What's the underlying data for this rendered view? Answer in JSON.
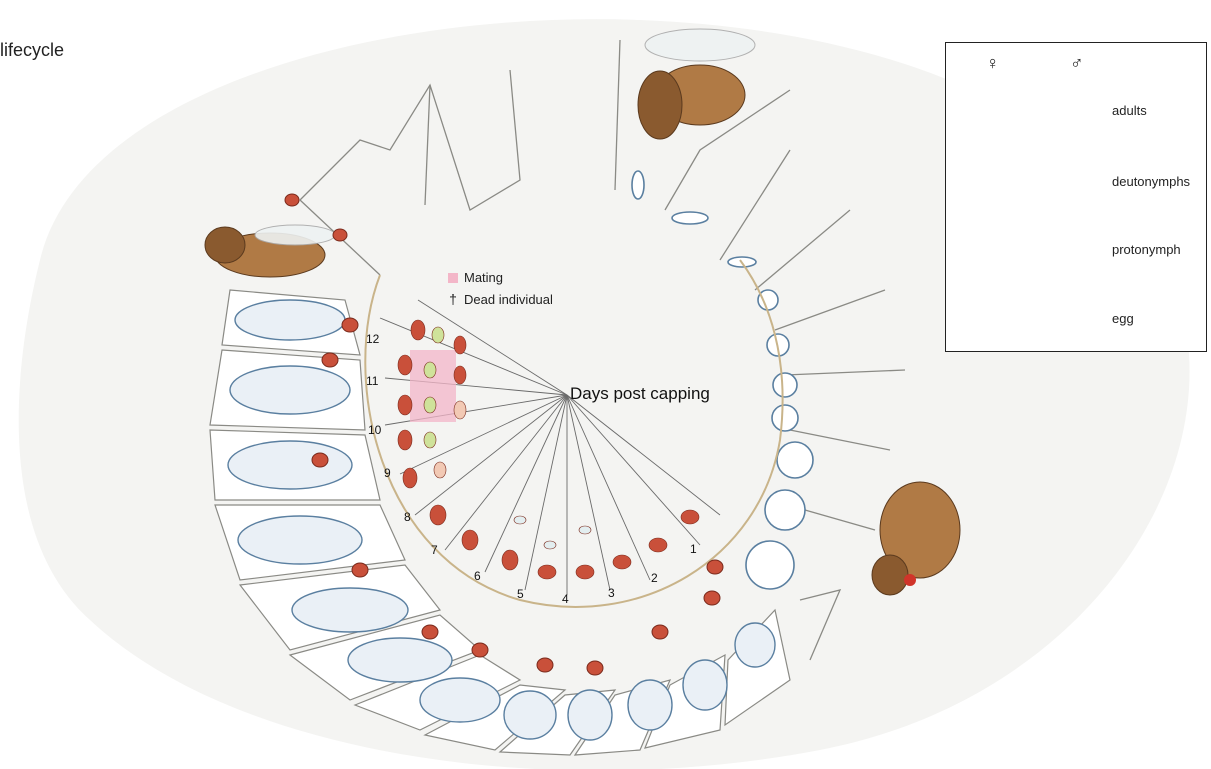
{
  "title": "lifecycle",
  "center_label": "Days post capping",
  "key": {
    "mating": "Mating",
    "dead": "Dead individual",
    "dagger_glyph": "†"
  },
  "legend": {
    "female_symbol": "♀",
    "male_symbol": "♂",
    "rows": [
      {
        "label": "adults",
        "female_color": "#c9503a",
        "male_color": "#d4e3a6"
      },
      {
        "label": "deutonymphs",
        "female_color": "#f2c9b4",
        "male_color": "#e4e6a8"
      },
      {
        "label": "protonymph",
        "female_color": "#e3eef0",
        "male_color": "#e3eef0"
      },
      {
        "label": "egg",
        "female_color": "#dbe8f3",
        "male_color": "#dbe8f3"
      }
    ]
  },
  "days": [
    "1",
    "2",
    "3",
    "4",
    "5",
    "6",
    "7",
    "8",
    "9",
    "10",
    "11",
    "12"
  ],
  "colors": {
    "background_blob": "#f4f4f2",
    "cell_wall": "#8a8a85",
    "larva_outline": "#5a7fa0",
    "mite_adult_female": "#c9503a",
    "mite_adult_male": "#cfe29a",
    "mating_highlight": "#f3b6c8",
    "bee_body": "#b07a45"
  },
  "icons": [
    "female-symbol",
    "male-symbol",
    "bee-icon",
    "mite-icon",
    "egg-icon",
    "larva-icon"
  ]
}
